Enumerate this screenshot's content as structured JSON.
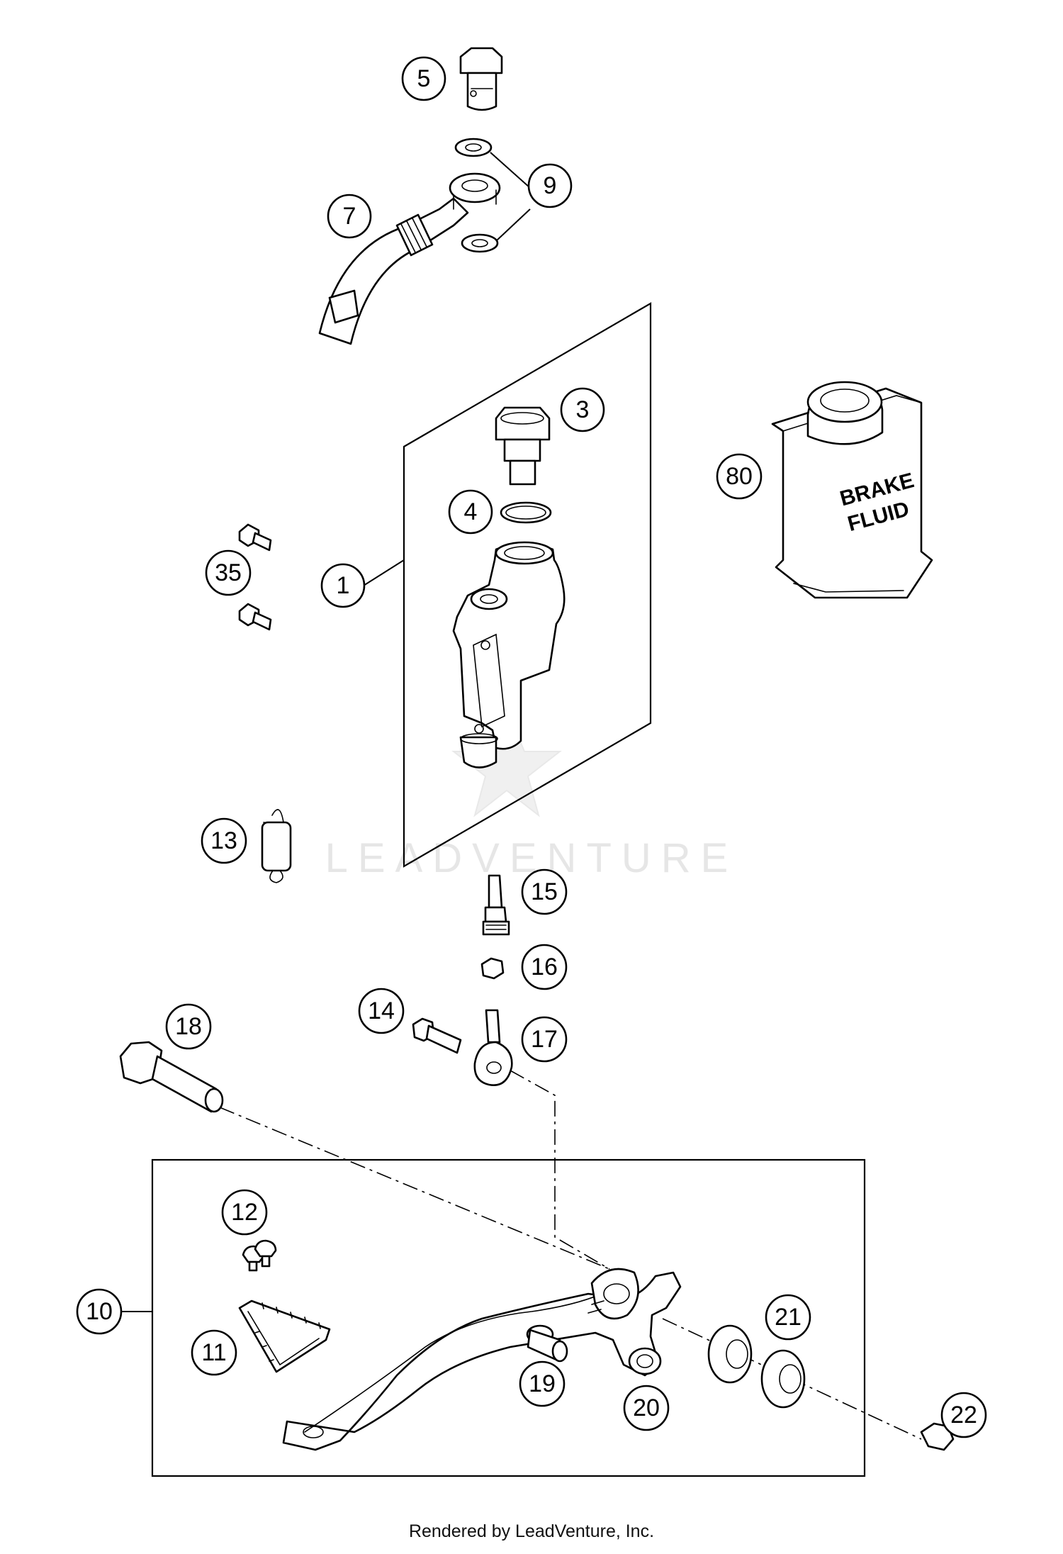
{
  "diagram": {
    "callouts": [
      "1",
      "3",
      "4",
      "5",
      "7",
      "9",
      "10",
      "11",
      "12",
      "13",
      "14",
      "15",
      "16",
      "17",
      "18",
      "19",
      "20",
      "21",
      "22",
      "35",
      "80"
    ],
    "container_label": {
      "line1": "BRAKE",
      "line2": "FLUID"
    },
    "watermark": "LEADVENTURE",
    "footer": "Rendered by LeadVenture, Inc."
  }
}
